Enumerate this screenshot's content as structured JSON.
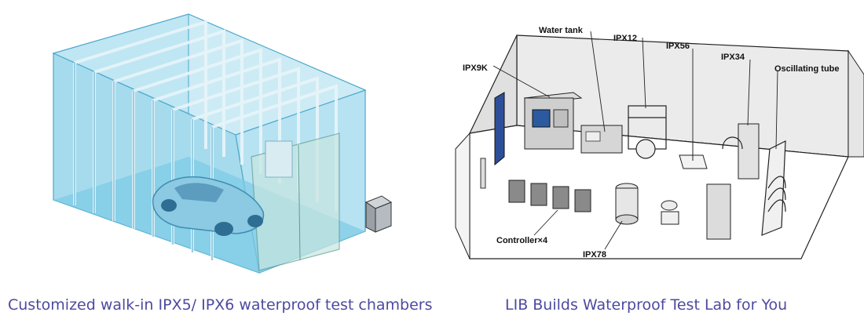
{
  "left": {
    "caption": "Customized walk-in IPX5/ IPX6 waterproof test chambers"
  },
  "right": {
    "caption": "LIB Builds Waterproof Test Lab for You",
    "labels": {
      "water_tank": "Water tank",
      "ipx12": "IPX12",
      "ipx56": "IPX56",
      "ipx9k": "IPX9K",
      "ipx34": "IPX34",
      "oscillating_tube": "Oscillating tube",
      "controller": "Controller×4",
      "ipx78": "IPX78"
    }
  },
  "colors": {
    "caption": "#4c4aa0",
    "chamber_glass": "#9fd6ea",
    "chamber_edge": "#4ba8cc",
    "floor_water": "#6fc3e0"
  }
}
